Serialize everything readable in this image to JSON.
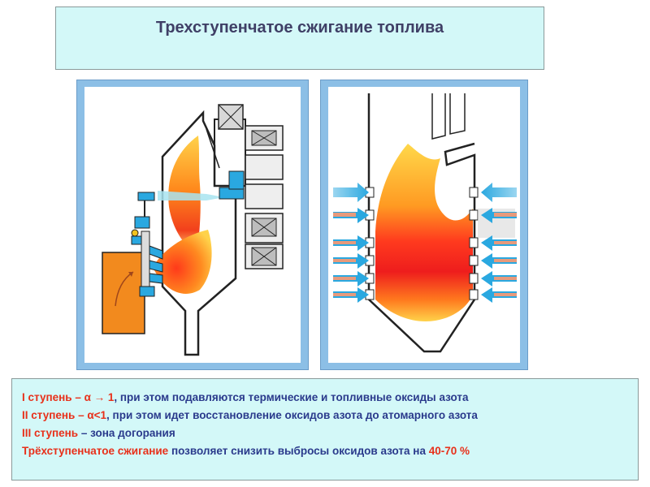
{
  "title": "Трехступенчатое сжигание топлива",
  "colors": {
    "title_bg": "#d3f8f8",
    "title_text": "#3f3f66",
    "panel_frame": "#8cbfe6",
    "highlight_red": "#e8301a",
    "text_blue": "#2a3a8c",
    "air_arrow_blue": "#2aa8e0",
    "recirc_arrow_salmon": "#e79a7c",
    "furnace_orange": "#f28a1e"
  },
  "caption": {
    "line1": {
      "a": "I ступень – α → 1",
      "b": ", при этом подавляются термические и топливные оксиды азота"
    },
    "line2": {
      "a": "II ступень – α<1",
      "b": ", при этом идет восстановление оксидов азота до атомарного азота"
    },
    "line3": {
      "a": "III ступень",
      "b": " – зона догорания"
    },
    "line4": {
      "a": "Трёхступенчатое сжигание",
      "b": " позволяет снизить выбросы оксидов азота на ",
      "c": "40-70 %"
    }
  }
}
